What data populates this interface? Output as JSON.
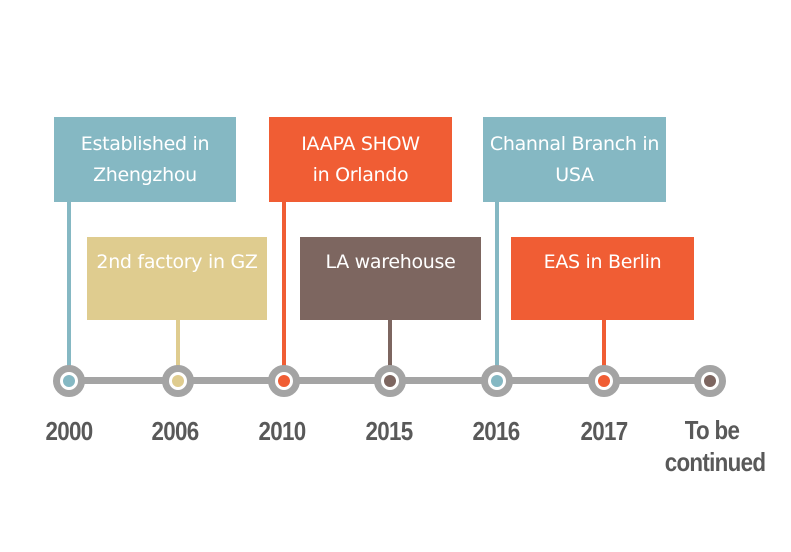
{
  "timeline": {
    "events": [
      {
        "title_lines": [
          "Established in",
          "Zhengzhou"
        ],
        "color": "#85b8c3"
      },
      {
        "title_lines": [
          "2nd factory in GZ"
        ],
        "color": "#dfcc8f"
      },
      {
        "title_lines": [
          "IAAPA SHOW",
          "in Orlando"
        ],
        "color": "#f05d34"
      },
      {
        "title_lines": [
          "LA warehouse"
        ],
        "color": "#7d6660"
      },
      {
        "title_lines": [
          "Channal Branch in",
          "USA"
        ],
        "color": "#85b8c3"
      },
      {
        "title_lines": [
          "EAS in Berlin"
        ],
        "color": "#f05d34"
      }
    ],
    "milestones": [
      {
        "label": "2000",
        "color": "#85b8c3"
      },
      {
        "label": "2006",
        "color": "#dfcc8f"
      },
      {
        "label": "2010",
        "color": "#f05d34"
      },
      {
        "label": "2015",
        "color": "#7d6660"
      },
      {
        "label": "2016",
        "color": "#85b8c3"
      },
      {
        "label": "2017",
        "color": "#f05d34"
      },
      {
        "label": "To be continued",
        "label_lines": [
          "To be",
          "continued"
        ],
        "color": "#7d6660"
      }
    ],
    "line_color": "#a4a4a4",
    "label_color": "#595959"
  }
}
